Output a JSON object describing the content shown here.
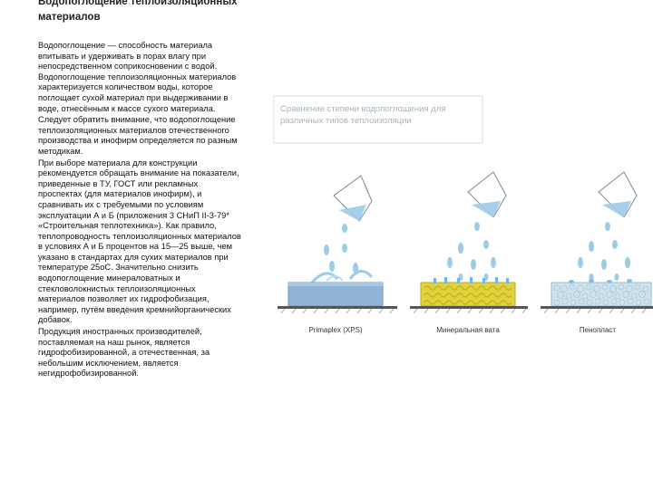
{
  "title": "Водопоглощение теплоизоляционных материалов",
  "paragraphs": [
    "Водопоглощение — способность материала впитывать и удерживать в порах влагу при непосредственном соприкосновении с водой. Водопоглощение теплоизоляционных материалов характеризуется количеством воды, которое поглощает сухой материал при выдерживании в воде, отнесённым к массе сухого материала.",
    "Следует обратить внимание, что водопоглощение теплоизоляционных материалов отечественного производства и инофирм определяется по разным методикам.",
    "При выборе материала для конструкции рекомендуется обращать внимание на показатели, приведенные в ТУ, ГОСТ или рекламных проспектах (для материалов инофирм), и сравнивать их с требуемыми по условиям эксплуатации А и Б (приложения 3 СНиП II-3-79* «Строительная теплотехника»). Как правило, теплопроводность теплоизоляционных материалов в условиях А и Б процентов на 15—25 выше, чем указано в стандартах для сухих материалов при температуре 25оС. Значительно снизить водопоглощение минераловатных и стекловолокнистых теплоизоляционных материалов позволяет их гидрофобизация, например, путём введения кремнийорганических добавок.",
    "Продукция иностранных производителей, поставляемая на наш рынок, является гидрофобизированной, а отечественная, за небольшим исключением, является негидрофобизированной."
  ],
  "figure": {
    "caption": "Сравнение степени водопоглощения для различных типов теплоизоляции",
    "panels": [
      {
        "label": "Primaplex (XPS)",
        "color": "#8fb4d6"
      },
      {
        "label": "Минеральная вата",
        "color": "#e0d23a"
      },
      {
        "label": "Пенопласт",
        "color": "#cfe3ee"
      }
    ],
    "colors": {
      "water": "#9ccbe8",
      "ground": "#555555",
      "caption": "#a8b4bc"
    }
  }
}
